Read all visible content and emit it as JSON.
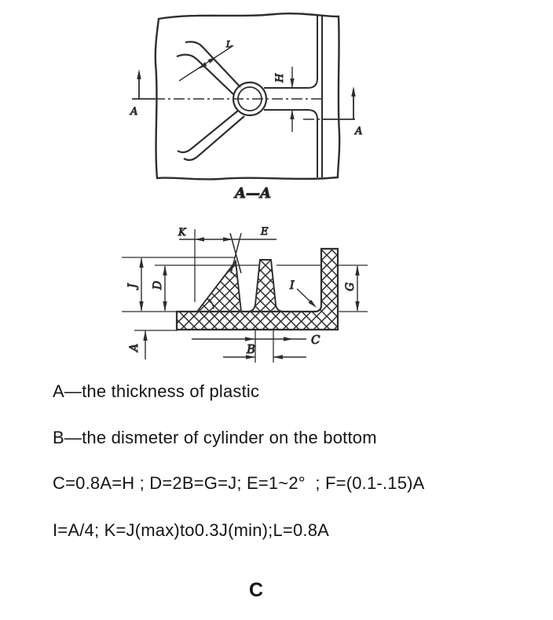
{
  "figure": {
    "top_view": {
      "caption": "A—A",
      "labels": {
        "rib_width": "L",
        "rib_height": "H",
        "section_left": "A",
        "section_right": "A"
      }
    },
    "cross_section": {
      "labels": {
        "k": "K",
        "e": "E",
        "j": "J",
        "d": "D",
        "a": "A",
        "b": "B",
        "c": "C",
        "g": "G",
        "i": "I"
      }
    },
    "notes": [
      "A—the thickness of plastic",
      "B—the dismeter of cylinder on the bottom",
      "C=0.8A=H ; D=2B=G=J; E=1~2°  ; F=(0.1-.15)A",
      "I=A/4; K=J(max)to0.3J(min);L=0.8A"
    ],
    "caption": "C",
    "colors": {
      "ink": "#1f1f1f",
      "line": "#2e2e2e",
      "background": "#ffffff"
    }
  }
}
